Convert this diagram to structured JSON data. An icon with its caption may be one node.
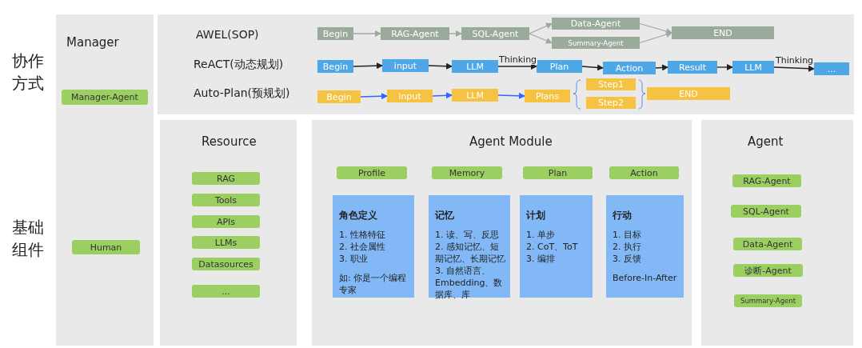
{
  "diagram": {
    "nodes": [
      {
        "text": [
          "Manager"
        ]
      },
      {
        "text": [
          "Manager-Agent"
        ],
        "in": 0
      },
      {
        "text": [
          "Human"
        ],
        "in": 0
      },
      {
        "text": [],
        "shape": "box"
      },
      {
        "text": [
          "Begin"
        ],
        "in": 3
      },
      {
        "text": [
          "RAG-Agent"
        ],
        "in": 3
      },
      {
        "text": [
          "SQL-Agent"
        ],
        "in": 3
      },
      {
        "text": [
          "Data-Agent"
        ],
        "in": 3
      },
      {
        "text": [
          "Summary-Agent"
        ],
        "in": 3
      },
      {
        "text": [
          "END"
        ],
        "in": 3
      },
      {
        "text": [
          "Begin"
        ],
        "in": 3
      },
      {
        "text": [
          "input"
        ],
        "in": 3
      },
      {
        "text": [
          "LLM"
        ],
        "in": 3
      },
      {
        "text": [
          "Plan"
        ],
        "in": 3
      },
      {
        "text": [
          "Action"
        ],
        "in": 3
      },
      {
        "text": [
          "Result"
        ],
        "in": 3
      },
      {
        "text": [
          "LLM"
        ],
        "in": 3
      },
      {
        "text": [
          "..."
        ],
        "in": 3
      },
      {
        "text": [
          "Begin"
        ],
        "in": 3
      },
      {
        "text": [
          "input"
        ],
        "in": 3
      },
      {
        "text": [
          "LLM"
        ],
        "in": 3
      },
      {
        "text": [
          "Plans"
        ],
        "in": 3
      },
      {
        "text": [
          "Step1"
        ],
        "in": 3
      },
      {
        "text": [
          "Step2"
        ],
        "in": 3
      },
      {
        "text": [
          "END"
        ],
        "in": 3
      },
      {
        "text": [
          "Resource"
        ]
      },
      {
        "text": [
          "RAG"
        ],
        "in": 25
      },
      {
        "text": [
          "Tools"
        ],
        "in": 25
      },
      {
        "text": [
          "APIs"
        ],
        "in": 25
      },
      {
        "text": [
          "LLMs"
        ],
        "in": 25
      },
      {
        "text": [
          "Datasources"
        ],
        "in": 25
      },
      {
        "text": [
          "..."
        ],
        "in": 25
      },
      {
        "text": [
          "Agent Module"
        ]
      },
      {
        "text": [
          "Profile"
        ],
        "in": 32
      },
      {
        "text": [
          "Memory"
        ],
        "in": 32
      },
      {
        "text": [
          "Plan"
        ],
        "in": 32
      },
      {
        "text": [
          "Action"
        ],
        "in": 32
      },
      {
        "text": [
          "角色定义",
          "1. 性格特征",
          "2. 社会属性",
          "3. 职业",
          "如: 你是一个编程专家"
        ],
        "in": 32
      },
      {
        "text": [
          "记忆",
          "1. 读、写、反思",
          "2. 感知记忆、短期记忆、长期记忆",
          "3. 自然语言、Embedding、数据库、库"
        ],
        "in": 32
      },
      {
        "text": [
          "计划",
          "1. 单步",
          "2. CoT、ToT",
          "3. 编排"
        ],
        "in": 32
      },
      {
        "text": [
          "行动",
          "1. 目标",
          "2. 执行",
          "3. 反馈",
          "Before-In-After"
        ],
        "in": 32
      },
      {
        "text": [
          "Agent"
        ]
      },
      {
        "text": [
          "RAG-Agent"
        ],
        "in": 41
      },
      {
        "text": [
          "SQL-Agent"
        ],
        "in": 41
      },
      {
        "text": [
          "Data-Agent"
        ],
        "in": 41
      },
      {
        "text": [
          "诊断-Agent"
        ],
        "in": 41
      },
      {
        "text": [
          "Summary-Agent"
        ],
        "in": 41
      }
    ],
    "edges": [
      {
        "from": 4,
        "to": 5,
        "arrow": "to",
        "color": "#9aab9c"
      },
      {
        "from": 5,
        "to": 6,
        "arrow": "to",
        "color": "#9aab9c"
      },
      {
        "from": 6,
        "to": 7,
        "arrow": "to",
        "color": "#9aab9c"
      },
      {
        "from": 6,
        "to": 8,
        "arrow": "to",
        "color": "#9aab9c"
      },
      {
        "from": 7,
        "to": 9,
        "arrow": "to",
        "color": "#9aab9c"
      },
      {
        "from": 8,
        "to": 9,
        "arrow": "to",
        "color": "#9aab9c"
      },
      {
        "from": 10,
        "to": 11,
        "arrow": "to"
      },
      {
        "from": 11,
        "to": 12,
        "arrow": "to"
      },
      {
        "from": 12,
        "to": 13,
        "label": "Thinking",
        "arrow": "to"
      },
      {
        "from": 13,
        "to": 14,
        "arrow": "to"
      },
      {
        "from": 14,
        "to": 15,
        "arrow": "to"
      },
      {
        "from": 15,
        "to": 16,
        "arrow": "to"
      },
      {
        "from": 16,
        "to": 17,
        "label": "Thinking",
        "arrow": "to"
      },
      {
        "from": 18,
        "to": 19,
        "arrow": "to",
        "color": "#3366ff"
      },
      {
        "from": 19,
        "to": 20,
        "arrow": "to",
        "color": "#3366ff"
      },
      {
        "from": 20,
        "to": 21,
        "arrow": "to",
        "color": "#3366ff"
      }
    ],
    "labels": [
      "协作方式",
      "AWEL(SOP)",
      "ReACT(动态规划)",
      "Auto-Plan(预规划)",
      "基础组件"
    ]
  }
}
